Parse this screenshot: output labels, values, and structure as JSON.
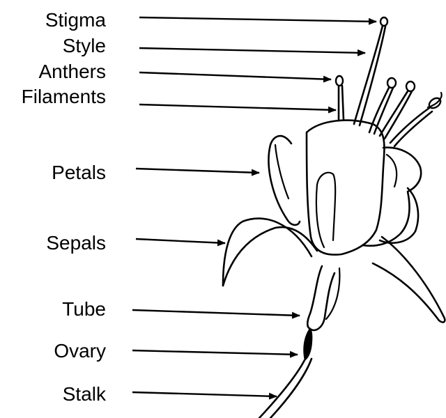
{
  "diagram": {
    "labels": [
      {
        "key": "stigma",
        "text": "Stigma"
      },
      {
        "key": "style",
        "text": "Style"
      },
      {
        "key": "anthers",
        "text": "Anthers"
      },
      {
        "key": "filaments",
        "text": "Filaments"
      },
      {
        "key": "petals",
        "text": "Petals"
      },
      {
        "key": "sepals",
        "text": "Sepals"
      },
      {
        "key": "tube",
        "text": "Tube"
      },
      {
        "key": "ovary",
        "text": "Ovary"
      },
      {
        "key": "stalk",
        "text": "Stalk"
      }
    ]
  }
}
